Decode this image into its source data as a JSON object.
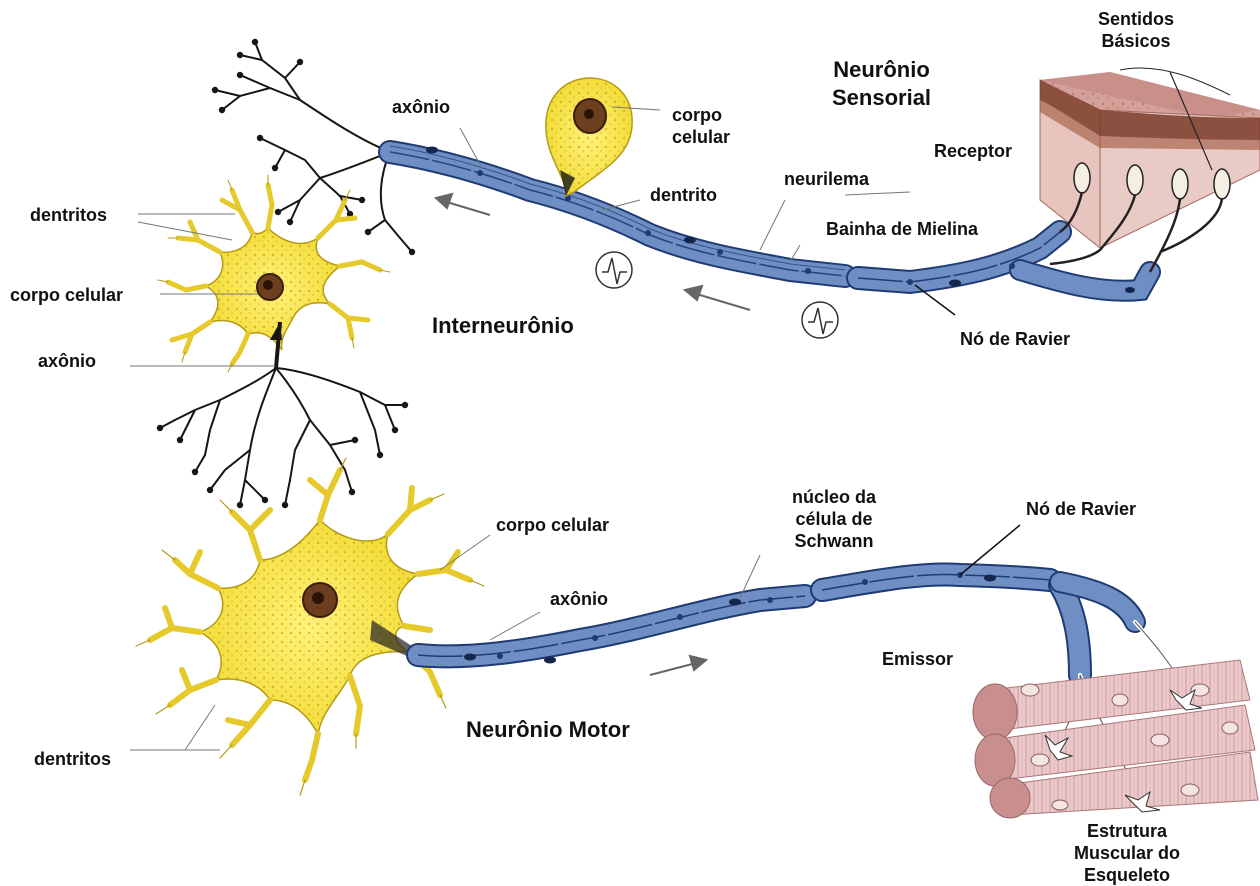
{
  "colors": {
    "soma_fill": "#f2e24a",
    "soma_outline": "#b59a16",
    "nucleus": "#6e3f1e",
    "myelin": "#6f8fc4",
    "myelin_stripe": "#1f3b73",
    "branch": "#161616",
    "skin": "#d9a9a2",
    "skin_dark": "#7a3b28",
    "muscle": "#e8c4c6",
    "muscle_end": "#c98f8f"
  },
  "labels": {
    "sentidos_basicos": [
      "Sentidos",
      "Básicos"
    ],
    "neuronio_sensorial": [
      "Neurônio",
      "Sensorial"
    ],
    "receptor": "Receptor",
    "axonio_top": "axônio",
    "corpo_celular_top": [
      "corpo",
      "celular"
    ],
    "dentrito": "dentrito",
    "neurilema": "neurilema",
    "bainha_de_mielina": "Bainha de Mielina",
    "no_de_ravier_top": "Nó de Ravier",
    "dentritos_top": "dentritos",
    "corpo_celular_left": "corpo celular",
    "axonio_left": "axônio",
    "interneuronio": "Interneurônio",
    "corpo_celular_motor": "corpo celular",
    "axonio_motor": "axônio",
    "nucleo_schwann": [
      "núcleo da",
      "célula de",
      "Schwann"
    ],
    "no_de_ravier_bottom": "Nó de Ravier",
    "emissor": "Emissor",
    "neuronio_motor": "Neurônio Motor",
    "dentritos_bottom": "dentritos",
    "estrutura_muscular": [
      "Estrutura",
      "Muscular do",
      "Esqueleto"
    ]
  },
  "icons": [
    "action-potential-icon",
    "direction-arrow-icon"
  ]
}
